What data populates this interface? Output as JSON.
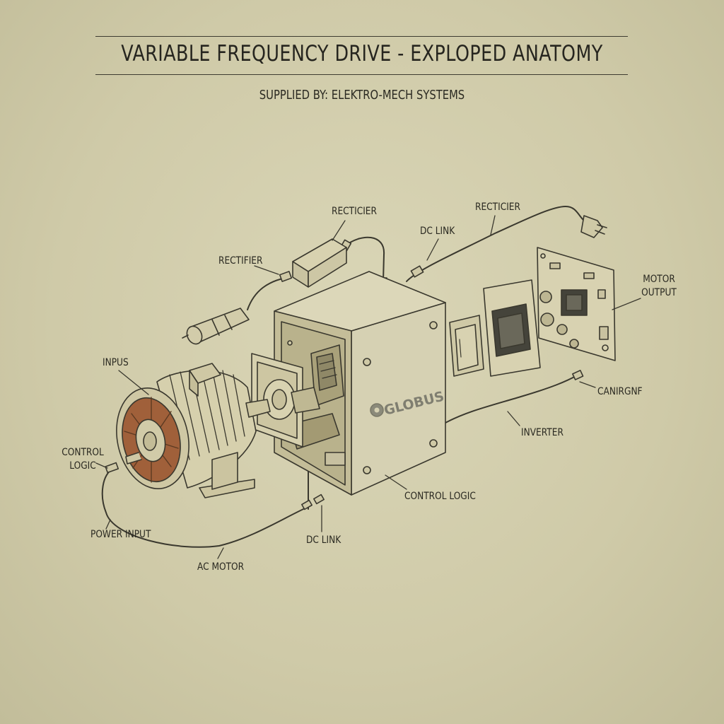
{
  "title": "VARIABLE FREQUENCY DRIVE - EXPLOPED ANATOMY",
  "subtitle": "SUPPLIED BY: ELEKTRO-MECH SYSTEMS",
  "brand": "GLOBUS",
  "labels": {
    "recticier_top": "RECTICIER",
    "recticier_right": "RECTICIER",
    "rectifier": "RECTIFIER",
    "dc_link_top": "DC LINK",
    "motor_output": "MOTOR\nOUTPUT",
    "inpus": "INPUS",
    "control_logic_left": "CONTROL\nLOGIC",
    "cannrgnf": "CANIRGNF",
    "inverter": "INVERTER",
    "control_logic_bottom": "CONTROL LOGIC",
    "power_input": "POWER INPUT",
    "dc_link_bottom": "DC LINK",
    "ac_motor": "AC MOTOR"
  },
  "colors": {
    "paper": "#d3cfae",
    "ink": "#3a382e",
    "copper": "#a0603a",
    "cabinet": "#d6d1b3"
  }
}
